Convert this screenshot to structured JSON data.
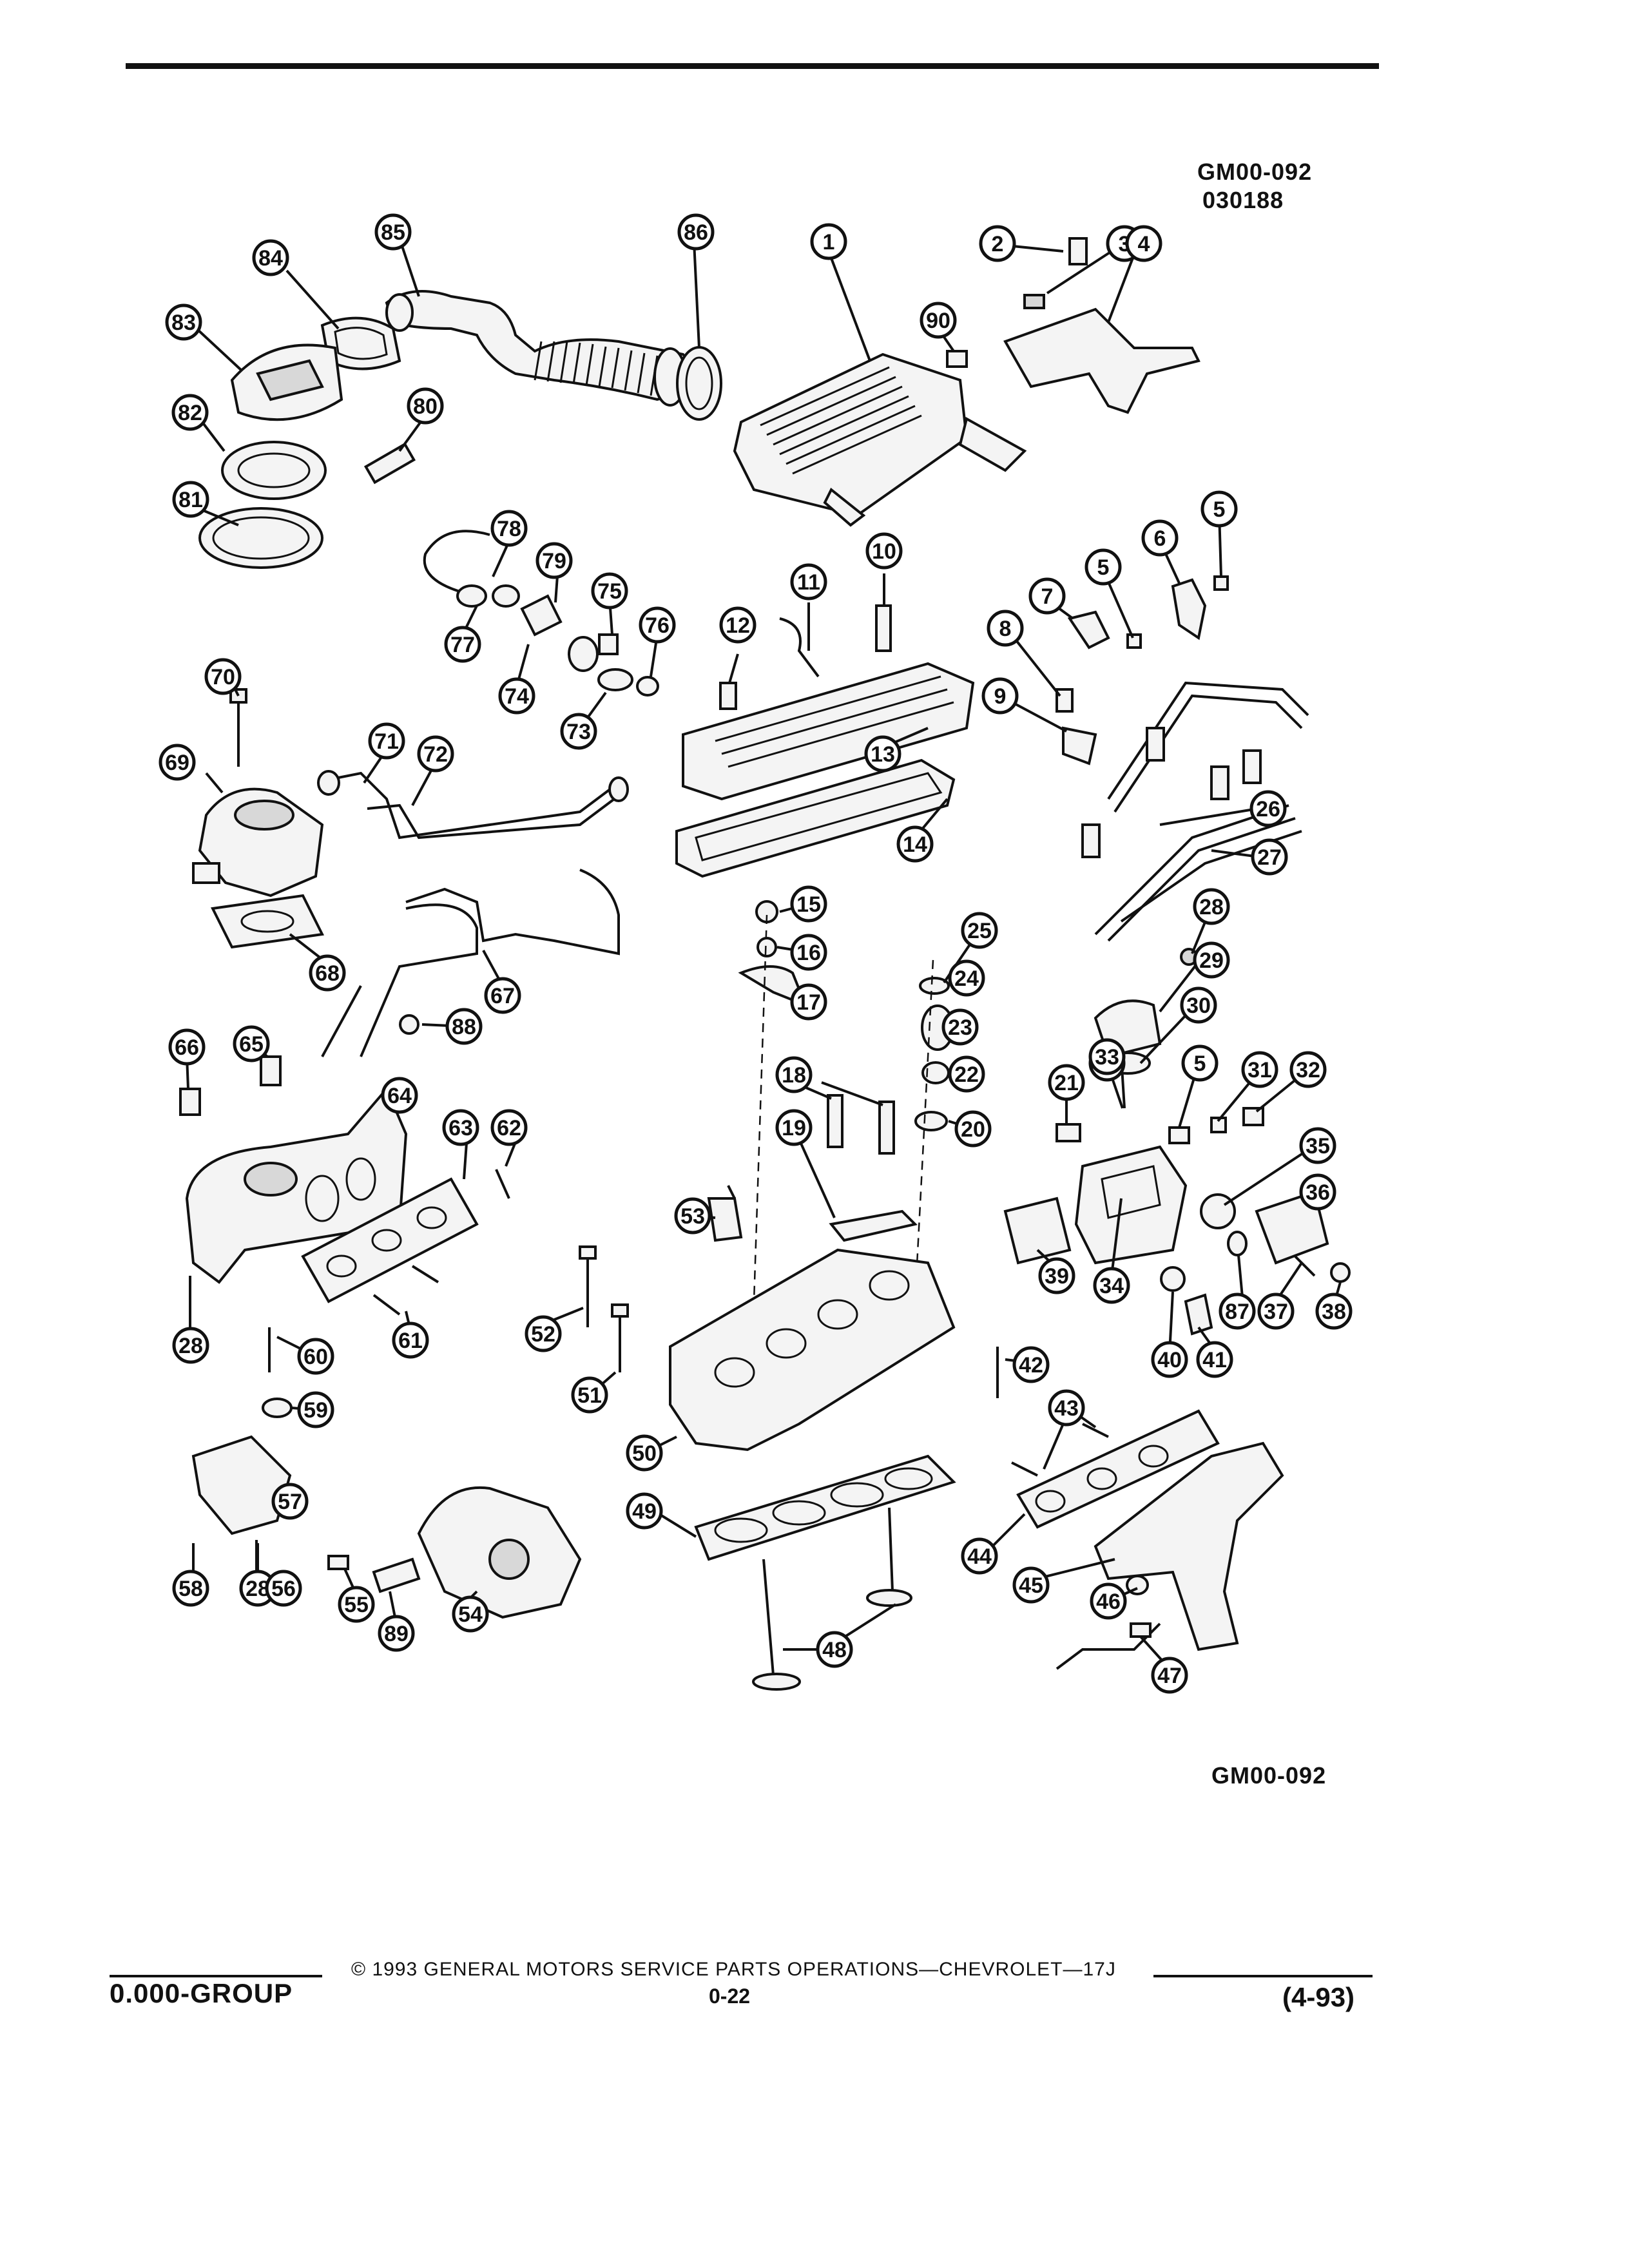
{
  "header": {
    "figure_code": "GM00-092",
    "figure_date": "030188"
  },
  "figure": {
    "bottom_code": "GM00-092"
  },
  "footer": {
    "copyright": "© 1993 GENERAL MOTORS SERVICE PARTS OPERATIONS—CHEVROLET—17J",
    "group": "0.000-GROUP",
    "page": "0-22",
    "date": "(4-93)"
  },
  "callouts": [
    "1",
    "2",
    "3",
    "4",
    "5",
    "5",
    "5",
    "5",
    "6",
    "7",
    "8",
    "9",
    "10",
    "11",
    "12",
    "13",
    "14",
    "15",
    "16",
    "17",
    "18",
    "19",
    "20",
    "21",
    "22",
    "23",
    "24",
    "25",
    "26",
    "27",
    "28",
    "28",
    "28",
    "29",
    "30",
    "31",
    "32",
    "33",
    "34",
    "35",
    "36",
    "37",
    "38",
    "39",
    "40",
    "41",
    "42",
    "43",
    "44",
    "45",
    "46",
    "47",
    "48",
    "49",
    "50",
    "51",
    "52",
    "53",
    "54",
    "55",
    "56",
    "57",
    "58",
    "59",
    "60",
    "61",
    "62",
    "63",
    "64",
    "65",
    "66",
    "67",
    "68",
    "69",
    "70",
    "71",
    "72",
    "73",
    "74",
    "75",
    "76",
    "77",
    "78",
    "79",
    "80",
    "81",
    "82",
    "83",
    "84",
    "85",
    "86",
    "87",
    "88",
    "89",
    "90"
  ]
}
